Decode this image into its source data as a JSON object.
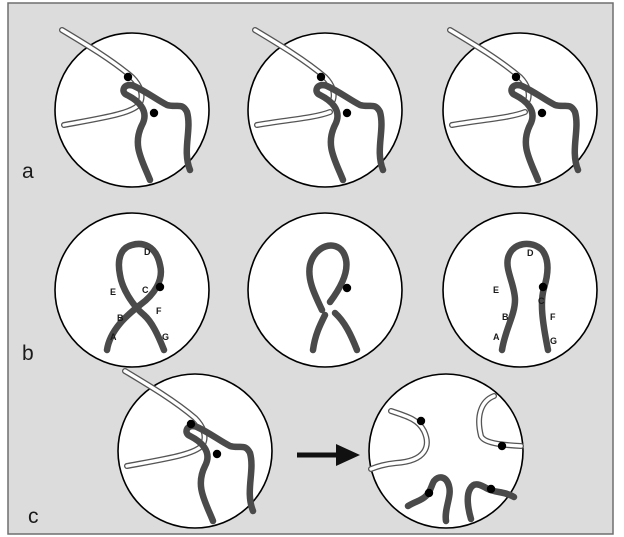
{
  "rows": {
    "a": {
      "label": "a"
    },
    "b": {
      "label": "b",
      "points_left": [
        "A",
        "B",
        "C",
        "D",
        "E",
        "F",
        "G"
      ],
      "points_right": [
        "A",
        "B",
        "C",
        "D",
        "E",
        "F",
        "G"
      ]
    },
    "c": {
      "label": "c"
    }
  },
  "colors": {
    "panel_background": "#dcdcdc",
    "frame": "#6e6e6e",
    "circle_fill": "#ffffff",
    "strand_thick": "#4a4a4a",
    "strand_thin_outline": "#555555",
    "marker": "#000000"
  },
  "icons": {
    "transition": "right-arrow-icon"
  }
}
